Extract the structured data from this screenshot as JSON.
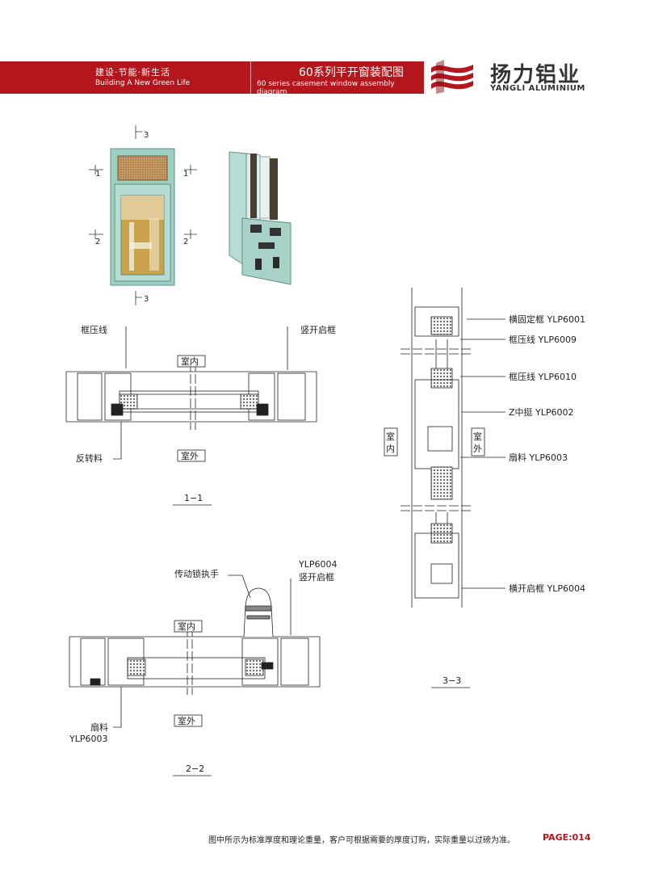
{
  "header": {
    "slogan_cn": "建设·节能·新生活",
    "slogan_en": "Building A New Green Life",
    "title_cn": "60系列平开窗装配图",
    "title_en": "60 series casement window assembly diagram",
    "brand_cn": "扬力铝业",
    "brand_en": "YANGLI ALUMINIUM"
  },
  "window_view": {
    "marks": [
      "3",
      "1",
      "1",
      "2",
      "2",
      "3"
    ]
  },
  "section_1": {
    "label_top_left": "框压线",
    "label_top_right": "竖开启框",
    "label_bottom_left": "反转料",
    "indoor": "室内",
    "outdoor": "室外",
    "caption": "1−1"
  },
  "section_2": {
    "label_handle": "传动锁执手",
    "label_code": "YLP6004",
    "label_frame": "竖开启框",
    "indoor": "室内",
    "outdoor": "室外",
    "label_sash": "扇料",
    "label_sash_code": "YLP6003",
    "caption": "2−2"
  },
  "section_3": {
    "labels": [
      "横固定框 YLP6001",
      "框压线 YLP6009",
      "框压线 YLP6010",
      "Z中挺  YLP6002",
      "扇料 YLP6003",
      "横开启框 YLP6004"
    ],
    "indoor_top": "室",
    "indoor_bottom": "内",
    "outdoor_top": "室",
    "outdoor_bottom": "外",
    "caption": "3−3"
  },
  "footer": {
    "note": "图中所示为标准厚度和理论重量，客户可根据需要的厚度订购，实际重量以过磅为准。",
    "page": "PAGE:014"
  },
  "colors": {
    "brand_red": "#b3161c",
    "frame_green": "#9ecfc4",
    "glass_gold": "#c9a24e"
  }
}
